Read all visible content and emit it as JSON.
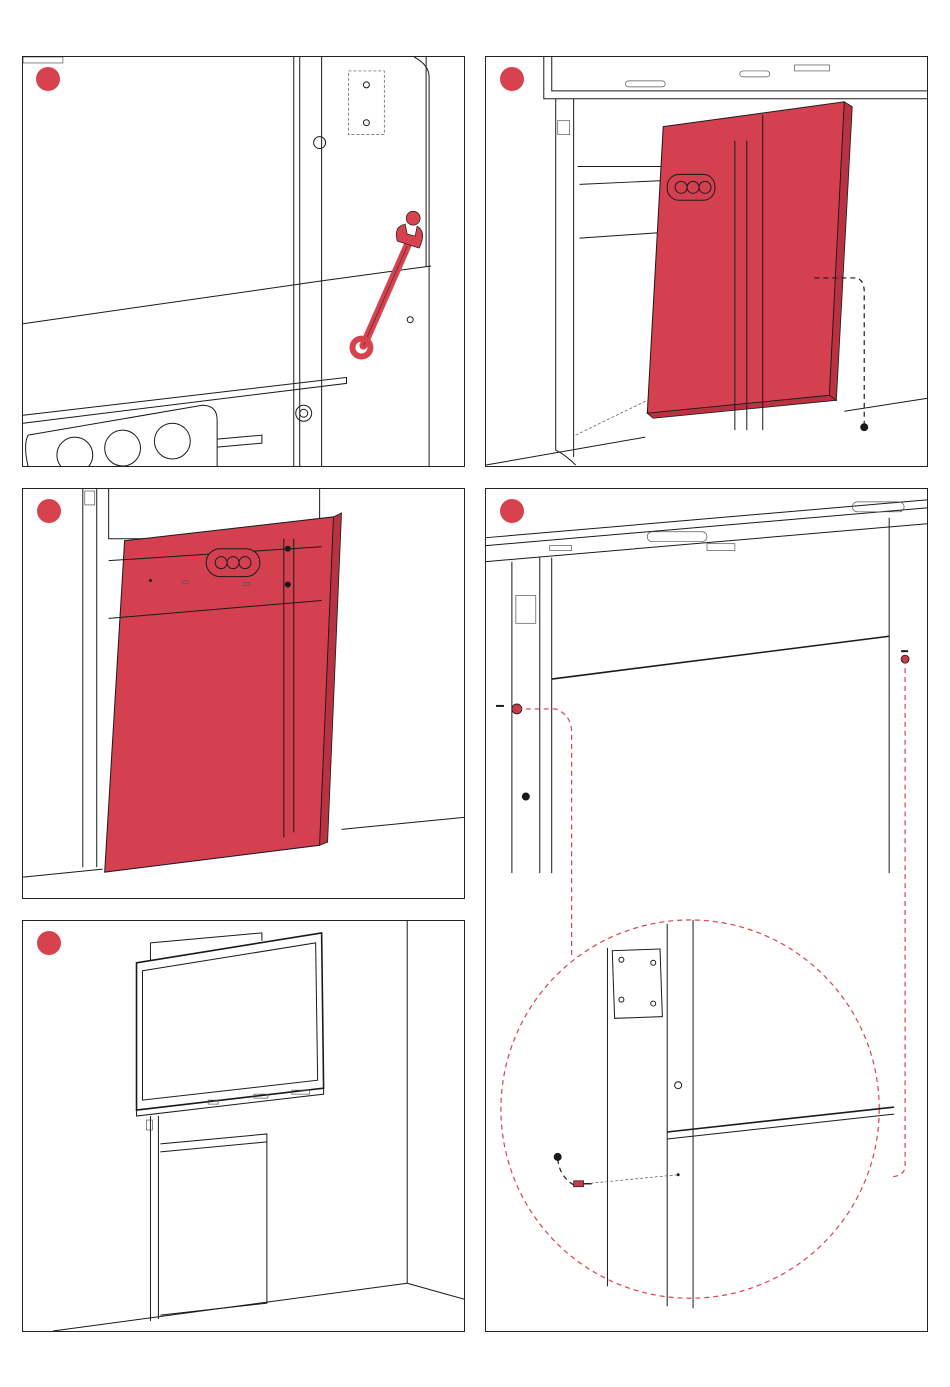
{
  "colors": {
    "accent": "#d7424f",
    "panel_fill": "#d4404f",
    "line": "#1a1a1a",
    "dark_part": "#1a1a1a"
  },
  "steps": [
    {
      "panel": "panel-1",
      "icon": "wrench-icon"
    },
    {
      "panel": "panel-2",
      "icon": "cover-panel-icon"
    },
    {
      "panel": "panel-3",
      "icon": "cover-panel-icon"
    },
    {
      "panel": "panel-4",
      "icon": "screw-detail-icon"
    },
    {
      "panel": "panel-5",
      "icon": "display-stand-icon"
    }
  ]
}
